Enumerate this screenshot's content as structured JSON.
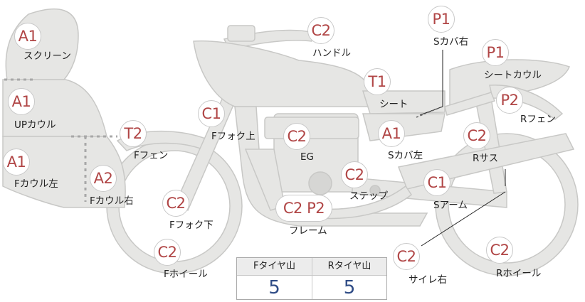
{
  "parts": [
    {
      "id": "screen",
      "grade": "A1",
      "label": "スクリーン"
    },
    {
      "id": "up-cowl",
      "grade": "A1",
      "label": "UPカウル"
    },
    {
      "id": "f-cowl-l",
      "grade": "A1",
      "label": "Fカウル左"
    },
    {
      "id": "f-cowl-r",
      "grade": "A2",
      "label": "Fカウル右"
    },
    {
      "id": "f-fender",
      "grade": "T2",
      "label": "Fフェン"
    },
    {
      "id": "f-fork-up",
      "grade": "C1",
      "label": "Fフォク上"
    },
    {
      "id": "f-fork-low",
      "grade": "C2",
      "label": "Fフォク下"
    },
    {
      "id": "f-wheel",
      "grade": "C2",
      "label": "Fホイール"
    },
    {
      "id": "handle",
      "grade": "C2",
      "label": "ハンドル"
    },
    {
      "id": "seat",
      "grade": "T1",
      "label": "シート"
    },
    {
      "id": "engine",
      "grade": "C2",
      "label": "EG"
    },
    {
      "id": "s-cover-l",
      "grade": "A1",
      "label": "Sカバ左"
    },
    {
      "id": "step",
      "grade": "C2",
      "label": "ステップ"
    },
    {
      "id": "frame",
      "grade": "C2 P2",
      "label": "フレーム"
    },
    {
      "id": "s-cover-r",
      "grade": "P1",
      "label": "Sカバ右"
    },
    {
      "id": "seat-cowl",
      "grade": "P1",
      "label": "シートカウル"
    },
    {
      "id": "r-fender",
      "grade": "P2",
      "label": "Rフェン"
    },
    {
      "id": "r-sus",
      "grade": "C2",
      "label": "Rサス"
    },
    {
      "id": "swingarm",
      "grade": "C1",
      "label": "Sアーム"
    },
    {
      "id": "silencer-r",
      "grade": "C2",
      "label": "サイレ右"
    },
    {
      "id": "r-wheel",
      "grade": "C2",
      "label": "Rホイール"
    }
  ],
  "tire_tread": {
    "front_label": "Fタイヤ山",
    "rear_label": "Rタイヤ山",
    "front_value": "5",
    "rear_value": "5"
  },
  "colors": {
    "badge_text": "#b04545",
    "bike_fill": "#e6e6e4",
    "bike_stroke": "#c8c8c6",
    "value_text": "#2f4c86"
  }
}
